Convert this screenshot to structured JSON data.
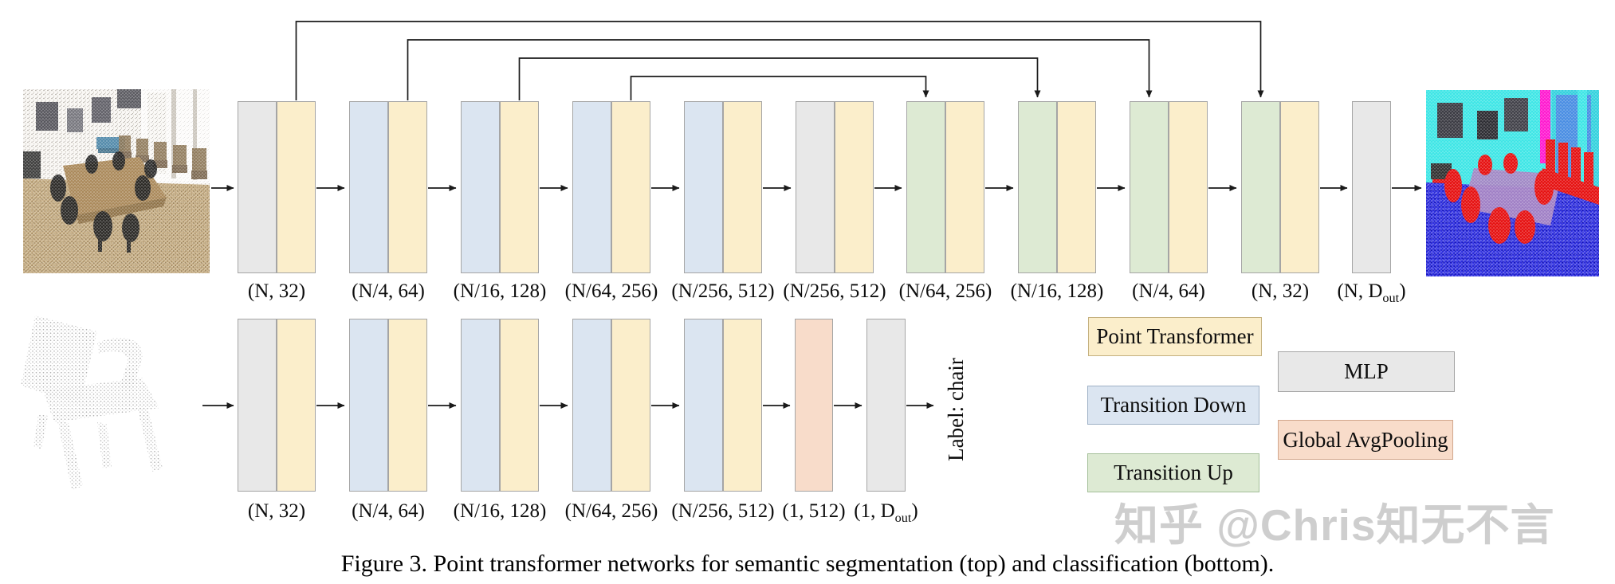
{
  "caption": "Figure 3. Point transformer networks for semantic segmentation (top) and classification (bottom).",
  "watermark": "知乎 @Chris知无不言",
  "colors": {
    "point_transformer": "#fbeecb",
    "transition_down": "#dbe5f1",
    "transition_up": "#ddead3",
    "mlp": "#e8e8e8",
    "global_avgpooling": "#f8dcca",
    "block_border": "#a5a5a5",
    "wire": "#1a1a1a"
  },
  "legend": {
    "items": [
      {
        "key": "point_transformer",
        "label": "Point Transformer"
      },
      {
        "key": "transition_down",
        "label": "Transition Down"
      },
      {
        "key": "transition_up",
        "label": "Transition Up"
      },
      {
        "key": "mlp",
        "label": "MLP"
      },
      {
        "key": "global_avgpooling",
        "label": "Global AvgPooling"
      }
    ]
  },
  "segmentation": {
    "stages": [
      {
        "label": "(N, 32)",
        "blocks": [
          "mlp",
          "point_transformer"
        ]
      },
      {
        "label": "(N/4, 64)",
        "blocks": [
          "transition_down",
          "point_transformer"
        ]
      },
      {
        "label": "(N/16, 128)",
        "blocks": [
          "transition_down",
          "point_transformer"
        ]
      },
      {
        "label": "(N/64, 256)",
        "blocks": [
          "transition_down",
          "point_transformer"
        ]
      },
      {
        "label": "(N/256, 512)",
        "blocks": [
          "transition_down",
          "point_transformer"
        ]
      },
      {
        "label": "(N/256, 512)",
        "blocks": [
          "mlp",
          "point_transformer"
        ]
      },
      {
        "label": "(N/64, 256)",
        "blocks": [
          "transition_up",
          "point_transformer"
        ]
      },
      {
        "label": "(N/16, 128)",
        "blocks": [
          "transition_up",
          "point_transformer"
        ]
      },
      {
        "label": "(N/4, 64)",
        "blocks": [
          "transition_up",
          "point_transformer"
        ]
      },
      {
        "label": "(N, 32)",
        "blocks": [
          "transition_up",
          "point_transformer"
        ]
      },
      {
        "label_pre": "(N, D",
        "label_sub": "out",
        "label_post": ")",
        "blocks": [
          "mlp"
        ]
      }
    ],
    "skip_connections": [
      [
        0,
        9
      ],
      [
        1,
        8
      ],
      [
        2,
        7
      ],
      [
        3,
        6
      ]
    ]
  },
  "classification": {
    "stages": [
      {
        "label": "(N, 32)",
        "blocks": [
          "mlp",
          "point_transformer"
        ]
      },
      {
        "label": "(N/4, 64)",
        "blocks": [
          "transition_down",
          "point_transformer"
        ]
      },
      {
        "label": "(N/16, 128)",
        "blocks": [
          "transition_down",
          "point_transformer"
        ]
      },
      {
        "label": "(N/64, 256)",
        "blocks": [
          "transition_down",
          "point_transformer"
        ]
      },
      {
        "label": "(N/256, 512)",
        "blocks": [
          "transition_down",
          "point_transformer"
        ]
      },
      {
        "label": "(1, 512)",
        "blocks": [
          "global_avgpooling"
        ]
      },
      {
        "label_pre": "(1, D",
        "label_sub": "out",
        "label_post": ")",
        "blocks": [
          "mlp"
        ]
      }
    ],
    "output_label": "Label: chair"
  }
}
